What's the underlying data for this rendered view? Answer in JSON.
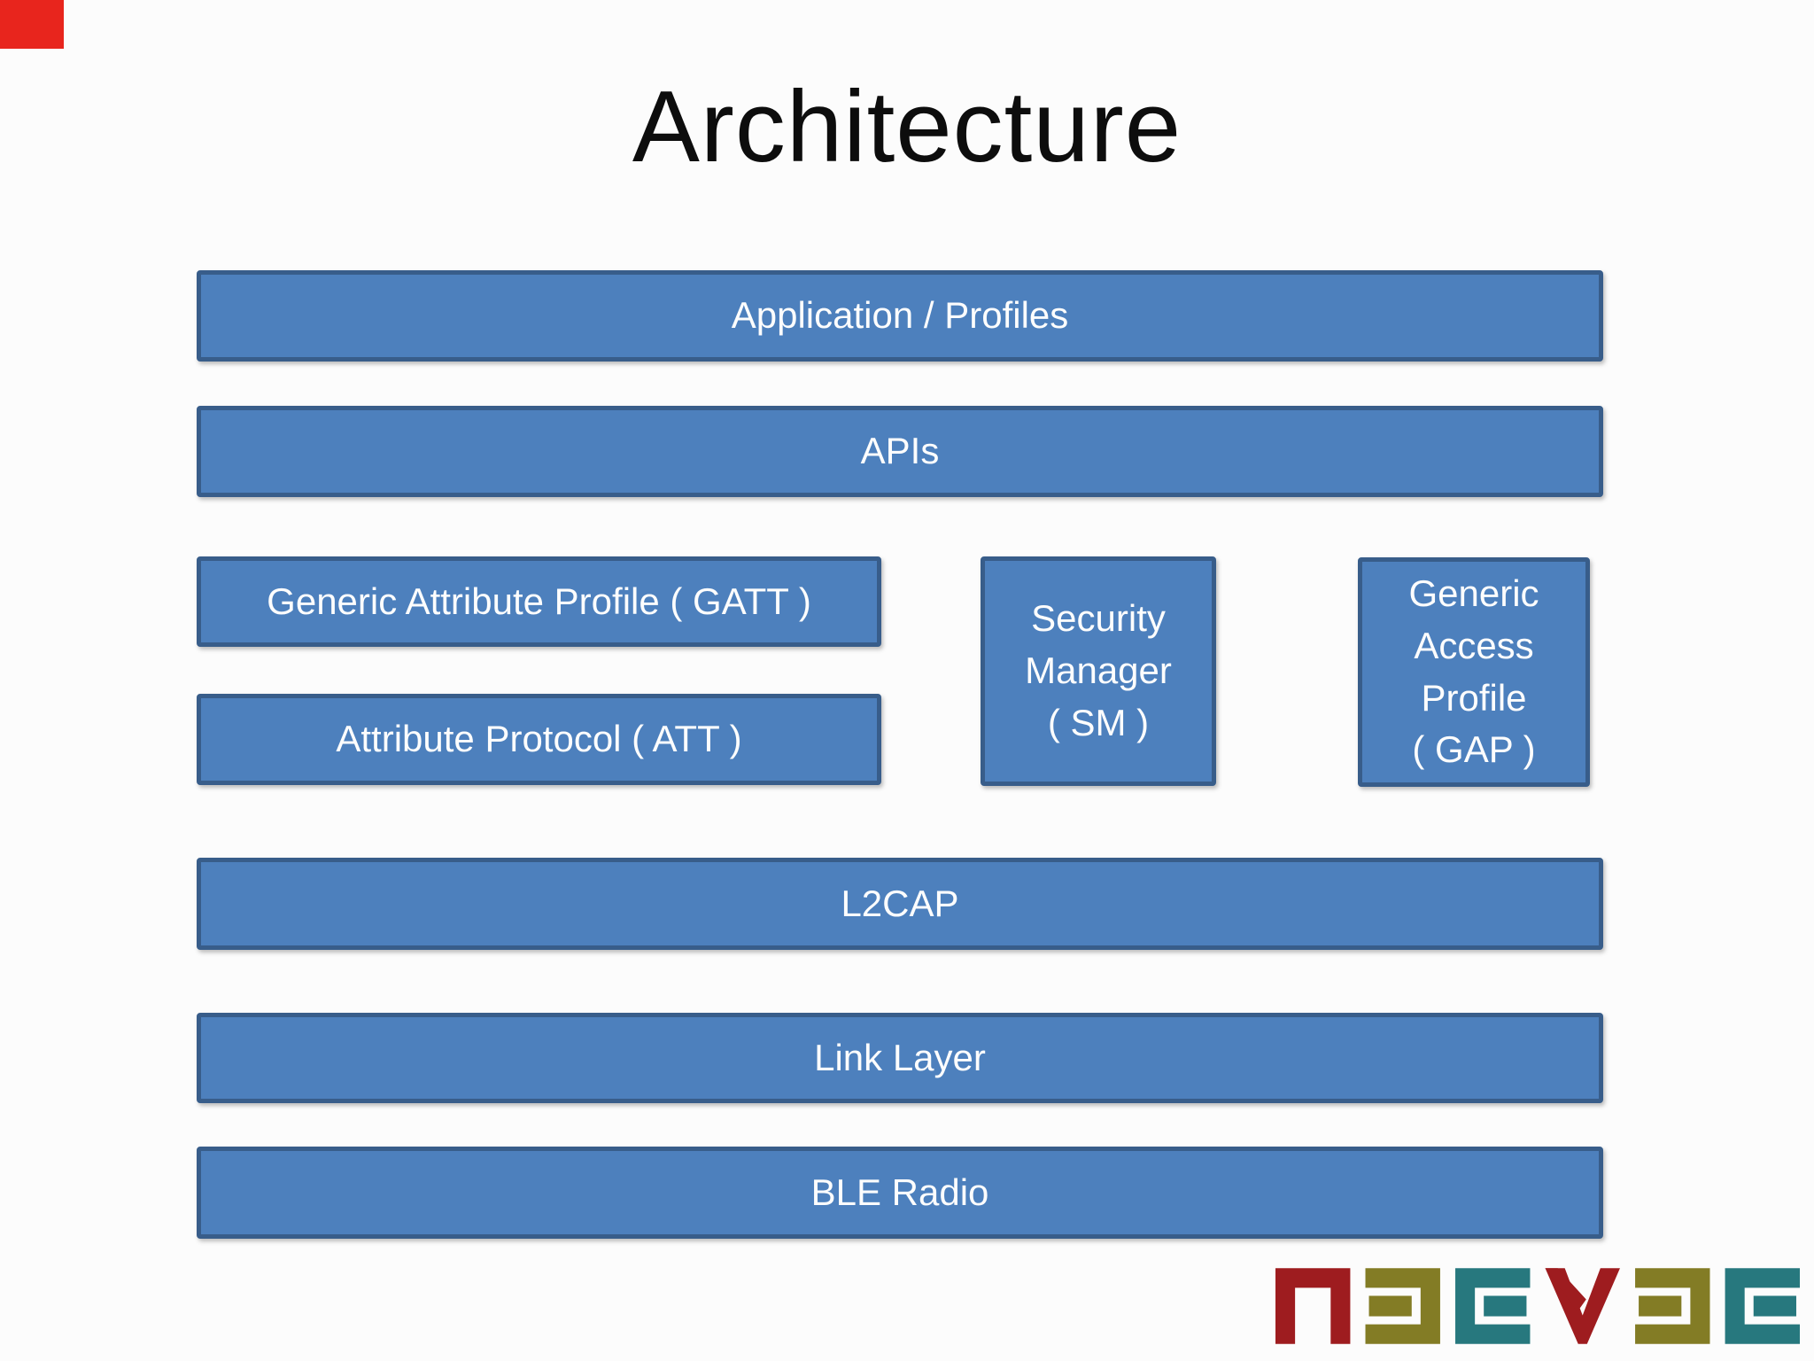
{
  "slide": {
    "title": "Architecture"
  },
  "colors": {
    "background": "#fcfcfc",
    "box_fill": "#4d80bd",
    "box_border": "#385d8a",
    "box_text": "#fdfdfd",
    "title_text": "#0d0d0d",
    "corner_marker_red": "#e8251d"
  },
  "boxes": [
    {
      "name": "application-profiles",
      "label": "Application / Profiles"
    },
    {
      "name": "apis",
      "label": "APIs"
    },
    {
      "name": "gatt",
      "label": "Generic Attribute Profile ( GATT )"
    },
    {
      "name": "att",
      "label": "Attribute Protocol ( ATT )"
    },
    {
      "name": "security-manager",
      "lines": [
        "Security",
        "Manager",
        "( SM )"
      ]
    },
    {
      "name": "generic-access-profile",
      "lines": [
        "Generic",
        "Access",
        "Profile",
        "( GAP )"
      ]
    },
    {
      "name": "l2cap",
      "label": "L2CAP"
    },
    {
      "name": "link-layer",
      "label": "Link Layer"
    },
    {
      "name": "ble-radio",
      "label": "BLE Radio"
    }
  ],
  "logo": {
    "text": "NEEVEE",
    "colors": {
      "red": "#9e1c1f",
      "olive": "#837c25",
      "teal": "#27787e"
    }
  }
}
